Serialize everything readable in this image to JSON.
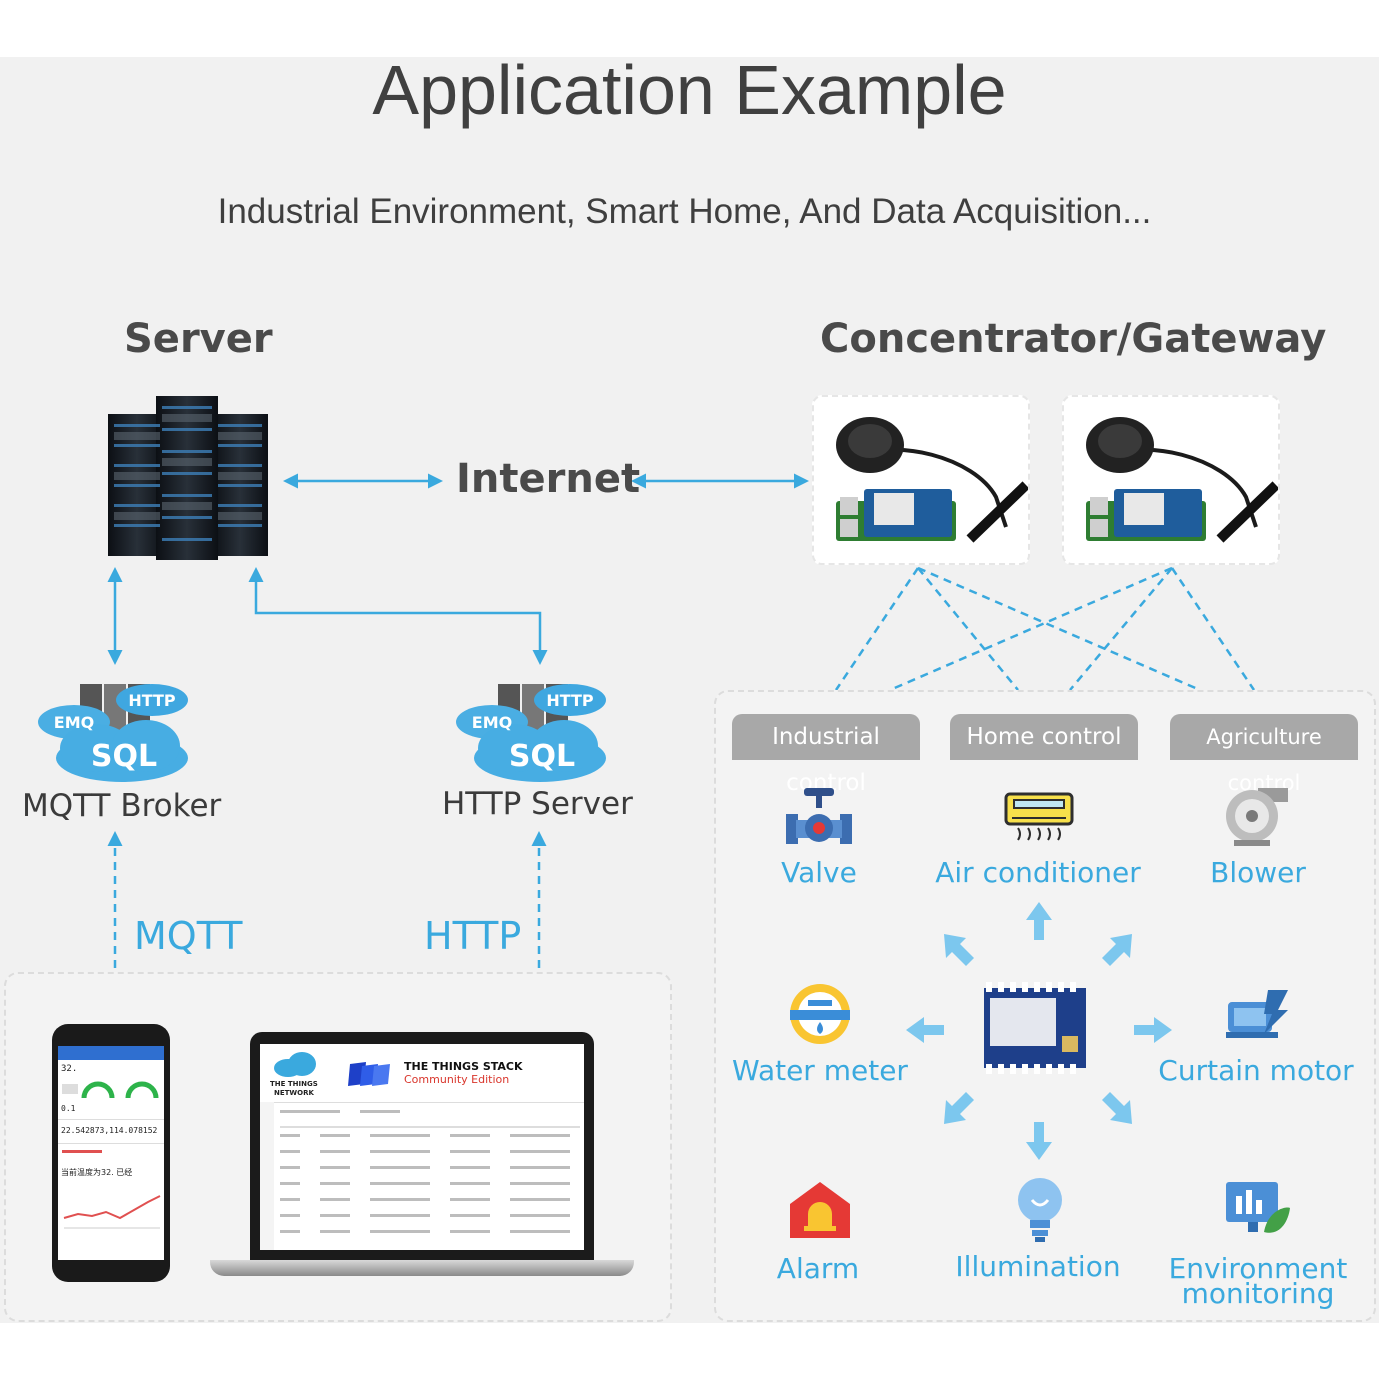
{
  "title": "Application Example",
  "subtitle": "Industrial Environment, Smart Home, And Data Acquisition...",
  "server": {
    "title": "Server"
  },
  "gateway": {
    "title": "Concentrator/Gateway"
  },
  "internet_label": "Internet",
  "mqtt_broker": {
    "label": "MQTT Broker",
    "cloud_tags": [
      "EMQ",
      "HTTP",
      "SQL"
    ]
  },
  "http_server": {
    "label": "HTTP Server",
    "cloud_tags": [
      "EMQ",
      "HTTP",
      "SQL"
    ]
  },
  "protocols": {
    "mqtt": "MQTT",
    "http": "HTTP"
  },
  "controls": [
    "Industrial control",
    "Home control",
    "Agriculture control"
  ],
  "nodes": {
    "valve": "Valve",
    "air_conditioner": "Air conditioner",
    "blower": "Blower",
    "water_meter": "Water meter",
    "curtain_motor": "Curtain motor",
    "alarm": "Alarm",
    "illumination": "Illumination",
    "environment_1": "Environment",
    "environment_2": "monitoring"
  },
  "laptop": {
    "brand_1": "THE THINGS STACK",
    "brand_2": "Community Edition",
    "network_1": "THE THINGS",
    "network_2": "NETWORK"
  },
  "phone": {
    "coords": "22.542873,114.078152",
    "value_1": "32.",
    "value_2": "0.1",
    "text_1": "当前温度为32. 已经"
  },
  "colors": {
    "accent": "#3aa9de",
    "label": "#3b3b3b",
    "tag": "#a8a8a8",
    "panel": "#f1f1f1"
  }
}
